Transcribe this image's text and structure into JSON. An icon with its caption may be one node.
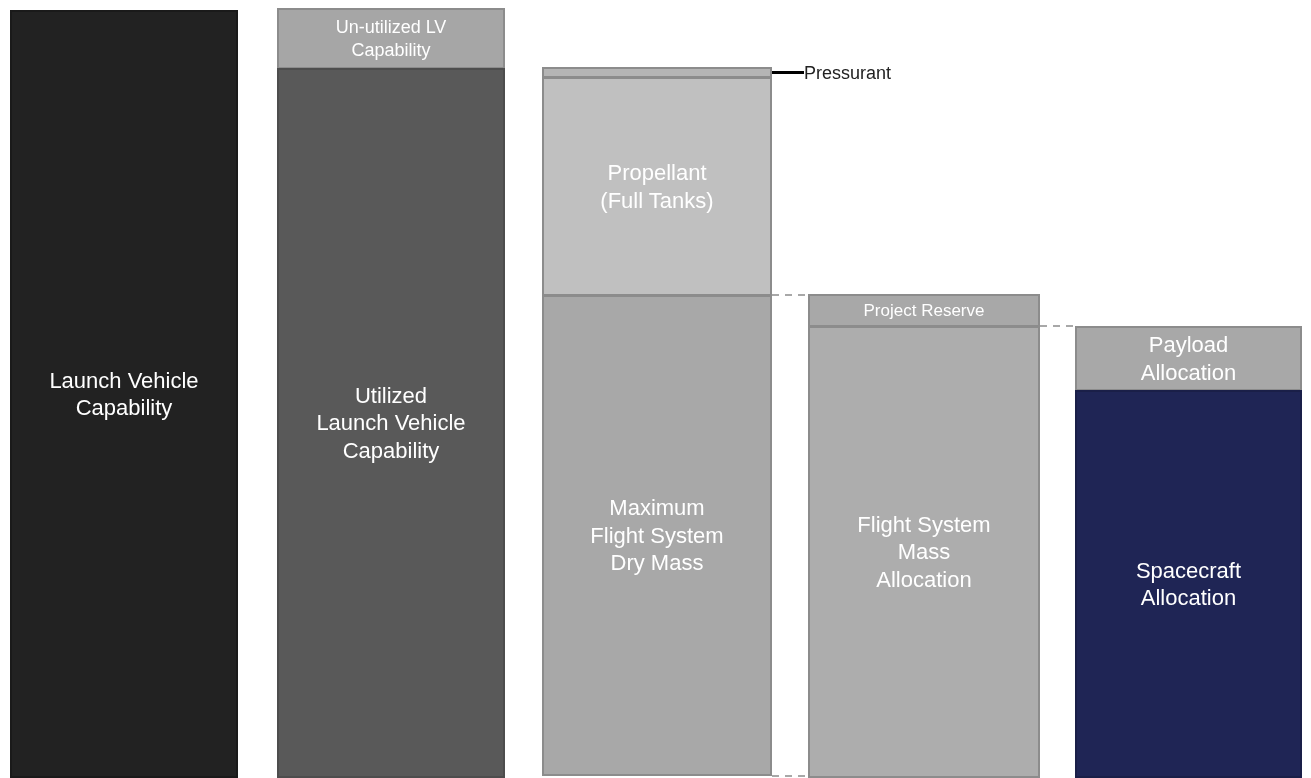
{
  "diagram": {
    "nodes": [
      {
        "text": [
          "Launch Vehicle Capability"
        ]
      },
      {
        "text": [
          "Un-utilized LV Capability"
        ]
      },
      {
        "text": [
          "Utilized Launch Vehicle Capability"
        ]
      },
      {
        "text": [],
        "shape": "bar"
      },
      {
        "text": [
          "Propellant (Full Tanks)"
        ]
      },
      {
        "text": [
          "Maximum Flight System Dry Mass"
        ]
      },
      {
        "text": [
          "Project Reserve"
        ]
      },
      {
        "text": [
          "Flight System Mass Allocation"
        ]
      },
      {
        "text": [
          "Payload Allocation"
        ]
      },
      {
        "text": [
          "Spacecraft Allocation"
        ]
      },
      {
        "text": [
          "Pressurant"
        ]
      }
    ],
    "edges": [
      {
        "from": 10,
        "to": 3,
        "arrow": "none",
        "color": "#000000"
      },
      {
        "from": 4,
        "to": 6,
        "arrow": "none",
        "style": "dashed",
        "color": "#8c8c8c"
      },
      {
        "from": 5,
        "to": 7,
        "arrow": "none",
        "style": "dashed",
        "color": "#8c8c8c"
      },
      {
        "from": 6,
        "to": 8,
        "arrow": "none",
        "style": "dashed",
        "color": "#8c8c8c"
      }
    ]
  }
}
